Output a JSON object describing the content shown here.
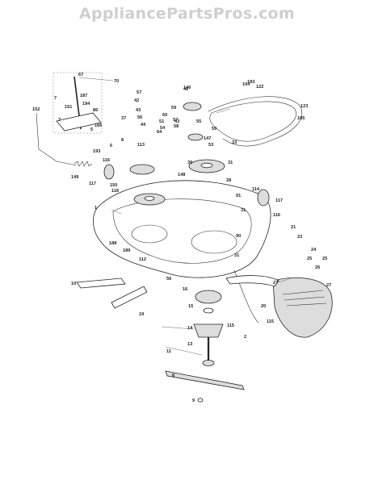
{
  "watermark": "AppliancePartsPros.com",
  "callouts": [
    "67",
    "70",
    "7",
    "187",
    "151",
    "194",
    "86",
    "152",
    "5",
    "166",
    "193",
    "116",
    "149",
    "117",
    "118",
    "150",
    "1",
    "57",
    "42",
    "43",
    "56",
    "44",
    "37",
    "113",
    "54",
    "147",
    "6",
    "8",
    "43",
    "146",
    "57",
    "55",
    "58",
    "59",
    "64",
    "60",
    "51",
    "7",
    "59",
    "148",
    "123",
    "104",
    "183",
    "122",
    "185",
    "53",
    "39",
    "33",
    "28",
    "31",
    "91",
    "117",
    "114",
    "116",
    "31",
    "27",
    "21",
    "23",
    "24",
    "25",
    "26",
    "27",
    "188",
    "112",
    "189",
    "56",
    "16",
    "15",
    "14",
    "13",
    "115",
    "11",
    "19",
    "20",
    "2",
    "9",
    "10",
    "115",
    "8",
    "46",
    "31",
    "90",
    "25"
  ]
}
